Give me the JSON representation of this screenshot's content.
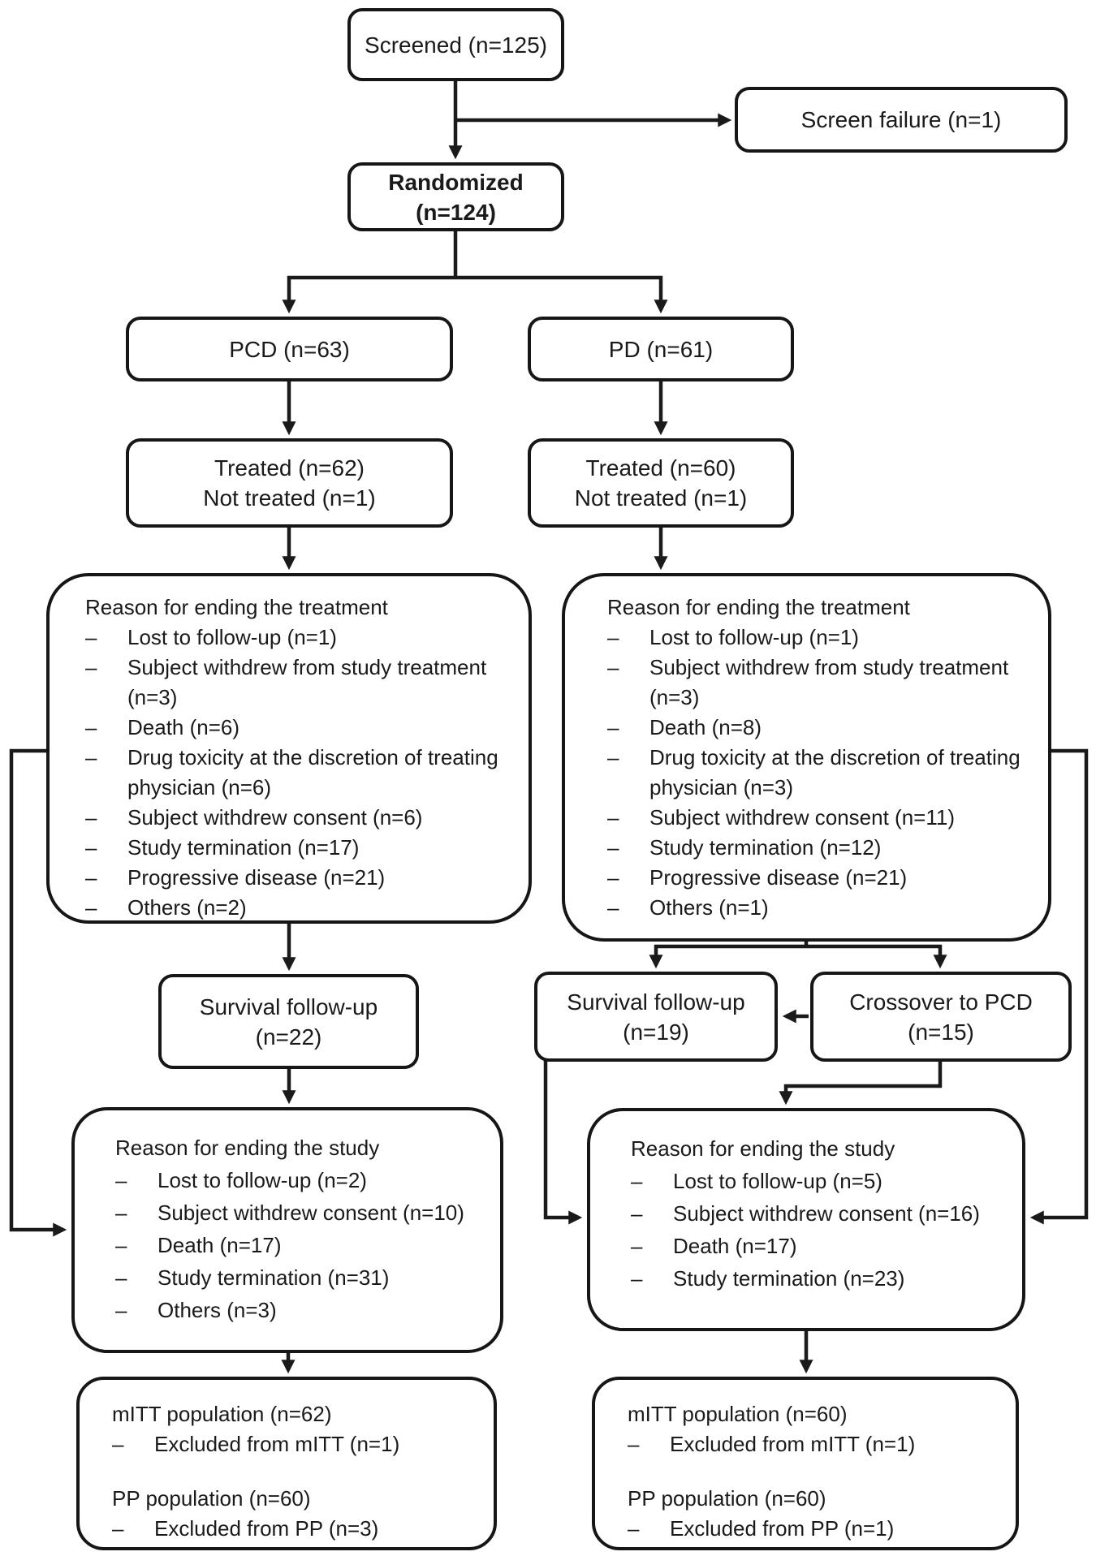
{
  "bullet": "–",
  "colors": {
    "line": "#1a1a1a",
    "box_border": "#161616",
    "box_bg": "#ffffff"
  },
  "boxes": {
    "screened": {
      "label": "Screened (n=125)"
    },
    "screen_failure": {
      "label": "Screen failure (n=1)"
    },
    "randomized": {
      "label": "Randomized (n=124)"
    },
    "pcd": {
      "label": "PCD (n=63)"
    },
    "pd": {
      "label": "PD (n=61)"
    },
    "treated_pcd": {
      "line1": "Treated (n=62)",
      "line2": "Not treated (n=1)"
    },
    "treated_pd": {
      "line1": "Treated (n=60)",
      "line2": "Not treated (n=1)"
    },
    "reason_treatment_pcd": {
      "title": "Reason for ending the treatment",
      "items": [
        "Lost to follow-up (n=1)",
        "Subject withdrew from study treatment (n=3)",
        "Death (n=6)",
        "Drug toxicity at the discretion of treating physician (n=6)",
        "Subject withdrew consent (n=6)",
        "Study termination (n=17)",
        "Progressive disease (n=21)",
        "Others (n=2)"
      ]
    },
    "reason_treatment_pd": {
      "title": "Reason for ending the treatment",
      "items": [
        "Lost to follow-up (n=1)",
        "Subject withdrew from study treatment (n=3)",
        "Death (n=8)",
        "Drug toxicity at the discretion of treating physician (n=3)",
        "Subject withdrew consent (n=11)",
        "Study termination (n=12)",
        "Progressive disease (n=21)",
        "Others (n=1)"
      ]
    },
    "survival_pcd": {
      "line1": "Survival follow-up",
      "line2": "(n=22)"
    },
    "survival_pd": {
      "line1": "Survival follow-up",
      "line2": "(n=19)"
    },
    "crossover": {
      "line1": "Crossover to PCD",
      "line2": "(n=15)"
    },
    "reason_study_pcd": {
      "title": "Reason for ending the study",
      "items": [
        "Lost to follow-up (n=2)",
        "Subject withdrew consent (n=10)",
        "Death (n=17)",
        "Study termination (n=31)",
        "Others (n=3)"
      ]
    },
    "reason_study_pd": {
      "title": "Reason for ending the study",
      "items": [
        "Lost to follow-up (n=5)",
        "Subject withdrew consent (n=16)",
        "Death (n=17)",
        "Study termination (n=23)"
      ]
    },
    "population_pcd": {
      "mitt_title": "mITT population (n=62)",
      "mitt_item": "Excluded from mITT (n=1)",
      "pp_title": "PP population (n=60)",
      "pp_item": "Excluded from PP (n=3)"
    },
    "population_pd": {
      "mitt_title": "mITT population (n=60)",
      "mitt_item": "Excluded from mITT (n=1)",
      "pp_title": "PP population (n=60)",
      "pp_item": "Excluded from PP (n=1)"
    }
  }
}
